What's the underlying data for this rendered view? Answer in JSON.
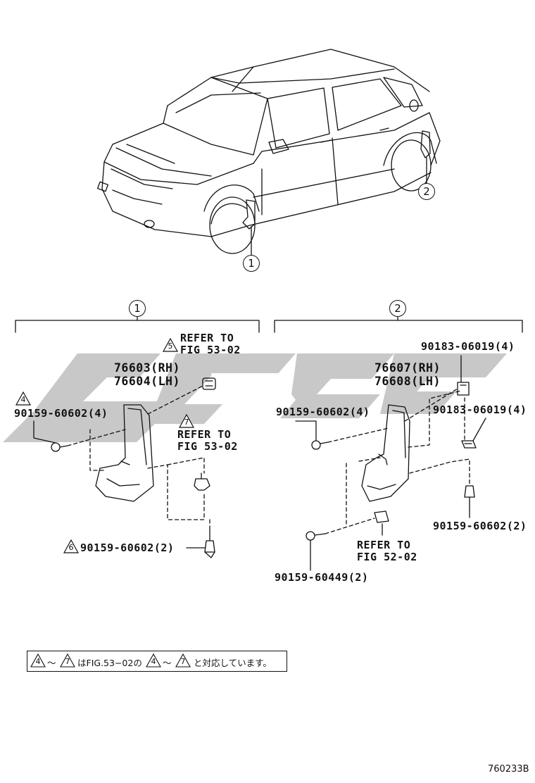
{
  "callouts": {
    "car_front": "1",
    "car_rear": "2",
    "group_front": "1",
    "group_rear": "2"
  },
  "front_group": {
    "refer_5_num": "5",
    "refer_5_line1": "REFER TO",
    "refer_5_line2": "FIG 53-02",
    "part_rh": "76603(RH)",
    "part_lh": "76604(LH)",
    "tri_4_num": "4",
    "screw_4": "90159-60602(4)",
    "refer_7_num": "7",
    "refer_7_line1": "REFER TO",
    "refer_7_line2": "FIG 53-02",
    "tri_6_num": "6",
    "screw_6": "90159-60602(2)"
  },
  "rear_group": {
    "clip_top": "90183-06019(4)",
    "part_rh": "76607(RH)",
    "part_lh": "76608(LH)",
    "screw_left": "90159-60602(4)",
    "clip_right": "90183-06019(4)",
    "screw_right": "90159-60602(2)",
    "refer_line1": "REFER TO",
    "refer_line2": "FIG 52-02",
    "screw_bottom": "90159-60449(2)"
  },
  "note": {
    "tri_a": "4",
    "tilde_1": "〜",
    "tri_b": "7",
    "text_1": "はFIG.53−02の",
    "tri_c": "4",
    "tilde_2": "〜",
    "tri_d": "7",
    "text_2": "と対応しています。"
  },
  "diagram_code": "760233B",
  "watermark_color": "#c8c8c8"
}
